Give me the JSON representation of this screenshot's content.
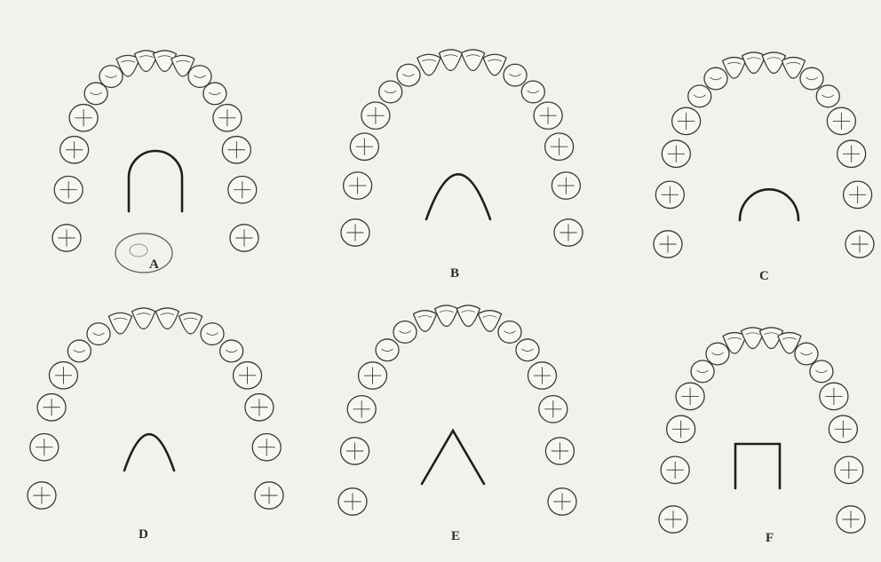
{
  "figure": {
    "panels": [
      {
        "label": "A",
        "symbol_shape": "u-narrow",
        "has_sketch_circle": true
      },
      {
        "label": "B",
        "symbol_shape": "parabola",
        "has_sketch_circle": false
      },
      {
        "label": "C",
        "symbol_shape": "round-u",
        "has_sketch_circle": false
      },
      {
        "label": "D",
        "symbol_shape": "parabola-wide",
        "has_sketch_circle": false
      },
      {
        "label": "E",
        "symbol_shape": "v",
        "has_sketch_circle": false
      },
      {
        "label": "F",
        "symbol_shape": "square",
        "has_sketch_circle": false
      }
    ]
  },
  "colors": {
    "ink": "#3a3a3a",
    "paper": "#f2f1ee",
    "tooth_fill": "#f7f6f3"
  }
}
